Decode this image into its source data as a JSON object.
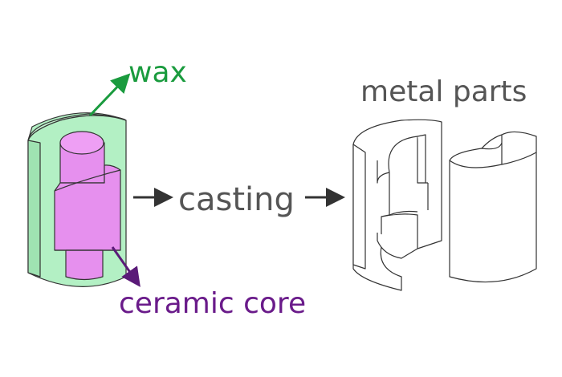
{
  "labels": {
    "wax": "wax",
    "ceramic_core": "ceramic core",
    "casting": "casting",
    "metal_parts": "metal parts"
  },
  "colors": {
    "wax_fill": "#b3f0c4",
    "wax_text": "#1a9b3e",
    "core_fill": "#e690ee",
    "core_text": "#6a1b8a",
    "casting_text": "#555555",
    "metal_text": "#555555",
    "outline": "#333333"
  }
}
